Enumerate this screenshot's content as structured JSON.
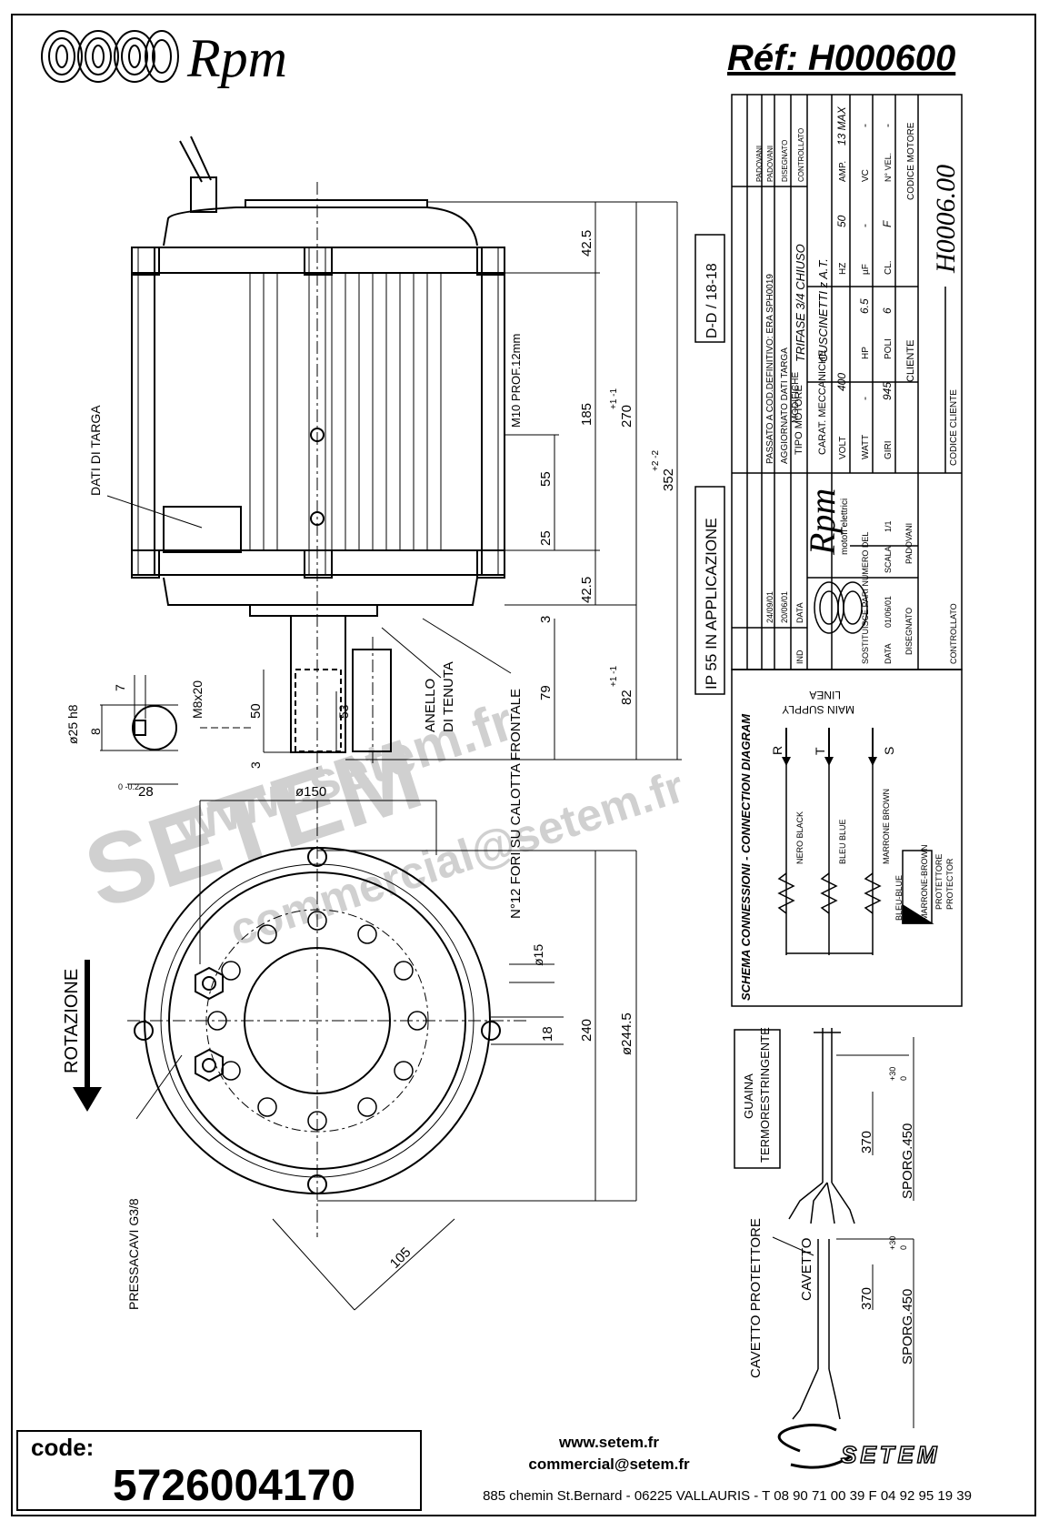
{
  "header": {
    "brand": "Rpm",
    "reference": "Réf:  H000600"
  },
  "labels": {
    "dati_di_targa": "DATI DI TARGA",
    "m10_prof": "M10 PROF.12mm",
    "dd": "D-D / 18-18",
    "ip55": "IP 55 IN APPLICAZIONE",
    "anello": "ANELLO",
    "di_tenuta": "DI TENUTA",
    "fori": "N°12 FORI SU CALOTTA FRONTALE",
    "rotazione": "ROTAZIONE",
    "pressacavi": "PRESSACAVI G3/8",
    "guaina_1": "GUAINA",
    "guaina_2": "TERMORESTRINGENTE",
    "cavetto_protettore": "CAVETTO PROTETTORE",
    "cavetto": "CAVETTO",
    "sporg": "SPORG.450",
    "sporg_tol": "+30",
    "sporg_tol0": "0",
    "cable_len": "370"
  },
  "dimensions": {
    "d42_5_top": "42.5",
    "d185": "185",
    "d55": "55",
    "d25": "25",
    "d42_5_bot": "42.5",
    "d3_a": "3",
    "d270": "270",
    "d270_tol": "+1 -1",
    "d352": "352",
    "d352_tol": "+2 -2",
    "d79": "79",
    "d82": "82",
    "d82_tol": "+1 -1",
    "d50": "50",
    "d53": "53",
    "d3_b": "3",
    "d25h8": "ø25 h8",
    "d8": "8",
    "d7": "7",
    "m8x20": "M8x20",
    "d28": "28",
    "d28_tol": "0 -0.2",
    "d150": "ø150",
    "d15": "ø15",
    "d18": "18",
    "d240": "240",
    "d244_5": "ø244.5",
    "d105": "105"
  },
  "connection": {
    "title": "SCHEMA CONNESSIONI - CONNECTION DIAGRAM",
    "linea": "LINEA",
    "main_supply": "MAIN SUPPLY",
    "phases": [
      "R",
      "T",
      "S"
    ],
    "wires": [
      "NERO BLACK",
      "BLEU BLUE",
      "MARRONE BROWN"
    ],
    "bleu_blue": "BLEU-BLUE",
    "marrone_brown": "MARRONE-BROWN",
    "protettore": "PROTETTORE",
    "protector": "PROTECTOR"
  },
  "title_block": {
    "tipo_motore_lbl": "TIPO MOTORE",
    "tipo_motore": "TRIFASE 3/4 CHIUSO",
    "carat_lbl": "CARAT. MECCANICHE",
    "carat": "CUSCINETTI z A.T.",
    "volt_lbl": "VOLT",
    "volt": "400",
    "hz_lbl": "HZ",
    "hz": "50",
    "amp_lbl": "AMP.",
    "amp": "13 MAX",
    "watt_lbl": "WATT",
    "watt": "-",
    "hp_lbl": "HP",
    "hp": "6.5",
    "uf_lbl": "µF",
    "uf": "-",
    "vc_lbl": "VC",
    "vc": "-",
    "giri_lbl": "GIRI",
    "giri": "945",
    "poli_lbl": "POLI",
    "poli": "6",
    "cl_lbl": "CL.",
    "cl": "F",
    "nvel_lbl": "N° VEL.",
    "nvel": "-",
    "cliente_lbl": "CLIENTE",
    "codice_motore_lbl": "CODICE MOTORE",
    "codice_motore": "H0006.00",
    "codice_cliente_lbl": "CODICE CLIENTE",
    "modifiche": "MODIFICHE",
    "mod_row2": "PASSATO A COD.DEFINITIVO: ERA SPH0019",
    "mod_row1": "AGGIORNATO DATI TARGA",
    "mod_date2": "24/09/01",
    "mod_date1": "20/06/01",
    "ind": "IND",
    "data_lbl": "DATA",
    "disegnato_col": "DISEGNATO",
    "controllato_col": "CONTROLLATO",
    "padovani": "PADOVANI",
    "rpm": "Rpm",
    "motori": "motori elettrici",
    "sostituisce": "SOSTITUISCE PARI NUMERO DEL",
    "data_val": "01/06/01",
    "scala_lbl": "SCALA",
    "scala": "1/1",
    "disegnato": "DISEGNATO",
    "controllato": "CONTROLLATO"
  },
  "footer": {
    "code_label": "code:",
    "code": "5726004170",
    "web": "www.setem.fr",
    "email": "commercial@setem.fr",
    "address": "885 chemin St.Bernard  -  06225 VALLAURIS  -  T 08 90 71 00 39  F 04 92 95 19 39",
    "company": "SETEM"
  },
  "watermark": {
    "line1": "www.setem.fr",
    "line2": "SETEM",
    "line3": "commercial@setem.fr"
  }
}
